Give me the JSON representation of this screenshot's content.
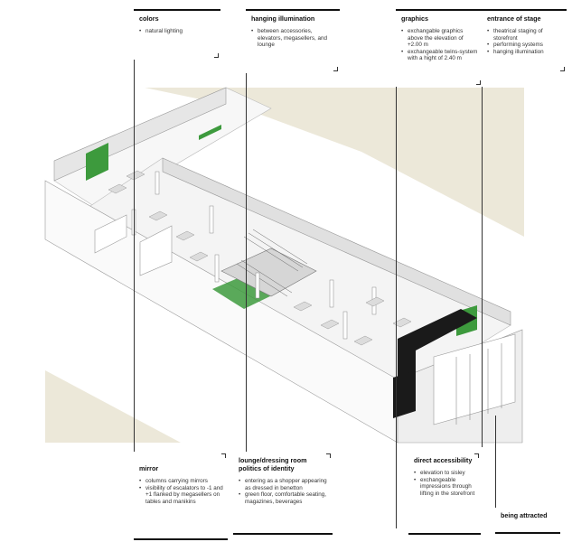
{
  "panels": {
    "colors": {
      "title": "colors",
      "items": [
        "natural lighting"
      ]
    },
    "hanging": {
      "title": "hanging illumination",
      "items": [
        "between accessories, elevators, megasellers, and lounge"
      ]
    },
    "graphics": {
      "title": "graphics",
      "items": [
        "exchangable graphics above the elevation of +2.00 m",
        "exchangeable twins-system with a hight of 2.40 m"
      ]
    },
    "entrance": {
      "title": "entrance of stage",
      "items": [
        "theatrical staging of storefront",
        "performing systems",
        "hanging illumination"
      ]
    },
    "mirror": {
      "title": "mirror",
      "items": [
        "columns carrying mirrors",
        "visibility of escalators to -1 and +1 flanked by megasellers on tables and manikins"
      ]
    },
    "lounge": {
      "title": "lounge/dressing room politics of identity",
      "items": [
        "entering as a shopper appearing as dressed in benetton",
        "green floor, comfortable seating, magazines, beverages"
      ]
    },
    "direct": {
      "title": "direct accessibility",
      "items": [
        "elevation to sisley",
        "exchangeable impressions through lifting in the storefront"
      ]
    },
    "attracted": {
      "title": "being attracted"
    }
  },
  "colors": {
    "beige": "#ece8d9",
    "green": "#3d9a3d",
    "black": "#1a1a1a",
    "wall": "#f2f2f2"
  }
}
